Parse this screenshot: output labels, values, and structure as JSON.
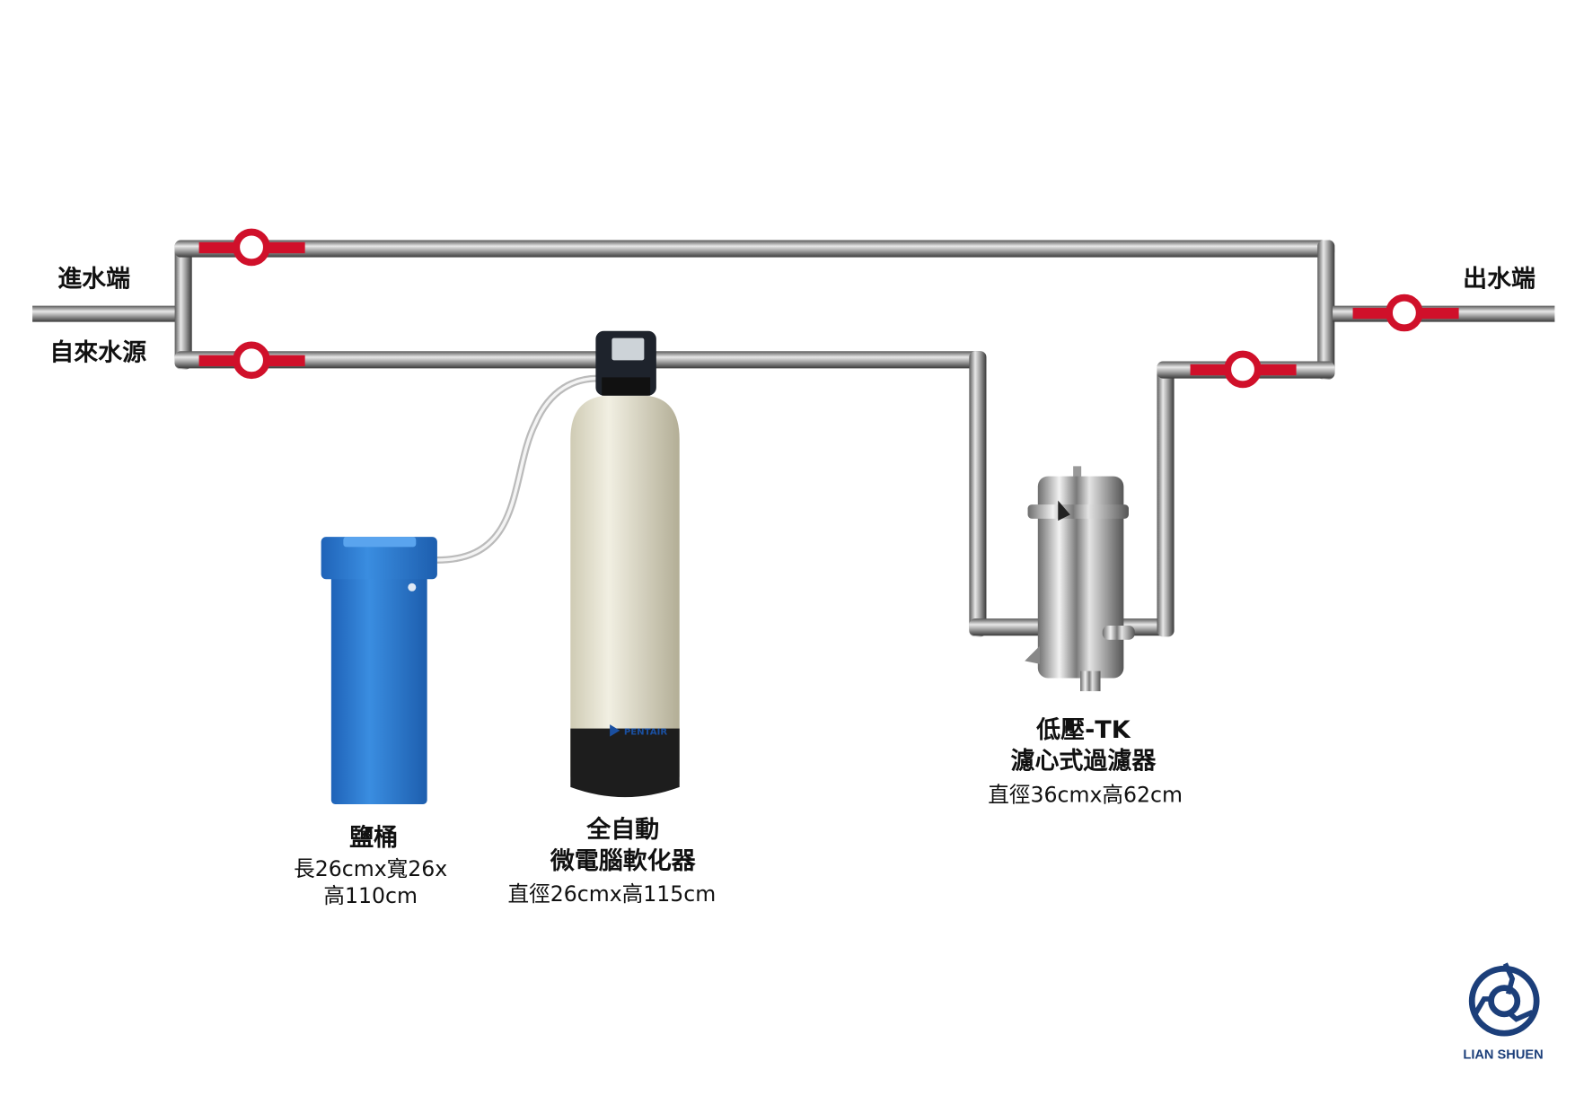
{
  "labels": {
    "inlet_title": "進水端",
    "inlet_source": "自來水源",
    "outlet_title": "出水端"
  },
  "brine_tank": {
    "name": "鹽桶",
    "size_line1": "長26cmx寬26x",
    "size_line2": "高110cm"
  },
  "softener": {
    "name_line1": "全自動",
    "name_line2": "微電腦軟化器",
    "size": "直徑26cmx高115cm",
    "brand": "PENTAIR"
  },
  "filter": {
    "name_line1": "低壓-TK",
    "name_line2": "濾心式過濾器",
    "size": "直徑36cmx高62cm"
  },
  "logo": {
    "text": "LIAN SHUEN"
  },
  "colors": {
    "valve": "#d0102a",
    "pipe": "#8a8a8a",
    "brine": "#2f7fd6",
    "logo": "#1c3f7a"
  }
}
